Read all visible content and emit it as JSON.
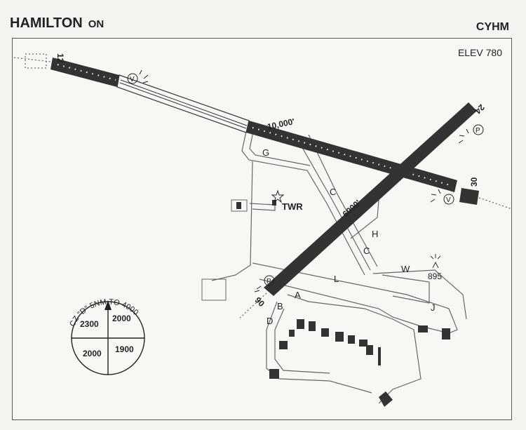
{
  "header": {
    "city": "HAMILTON",
    "province": "ON",
    "icao": "CYHM"
  },
  "elevation": "ELEV 780",
  "runways": [
    {
      "ends": [
        "12",
        "30"
      ],
      "length": "10,000'"
    },
    {
      "ends": [
        "06",
        "24"
      ],
      "length": "6000'"
    }
  ],
  "taxiways": [
    "G",
    "C",
    "H",
    "C",
    "W",
    "L",
    "A",
    "B",
    "D",
    "J"
  ],
  "tower_label": "TWR",
  "obstacle_elevation": "895",
  "symbols": {
    "vasis": "V",
    "papi": "P"
  },
  "control_zone": {
    "label": "CZ \"D\" 5NM TO 4000",
    "quadrants": [
      "2300",
      "2000",
      "2000",
      "1900"
    ]
  },
  "icons": [
    "tower-star-icon",
    "obstacle-lighted-icon",
    "vasis-icon",
    "papi-icon",
    "north-arrow-icon"
  ]
}
